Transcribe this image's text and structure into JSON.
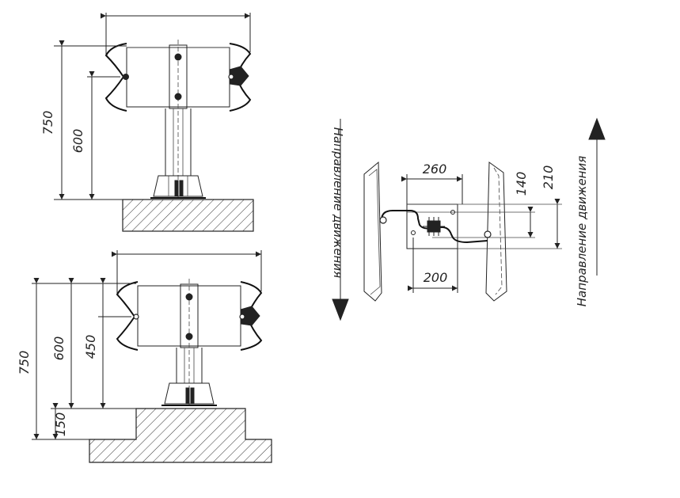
{
  "dimensions": {
    "top_view": {
      "overall_height": "750",
      "rail_height": "600"
    },
    "bottom_view": {
      "overall_height": "750",
      "rail_height": "600",
      "mid_height": "450",
      "curb_height": "150"
    },
    "plan_view": {
      "top_width": "260",
      "bottom_width": "200",
      "offset_small": "140",
      "offset_large": "210"
    }
  },
  "captions": {
    "direction_left": "Направление движения",
    "direction_right": "Направление движения"
  },
  "colors": {
    "line": "#222222",
    "background": "#ffffff"
  }
}
